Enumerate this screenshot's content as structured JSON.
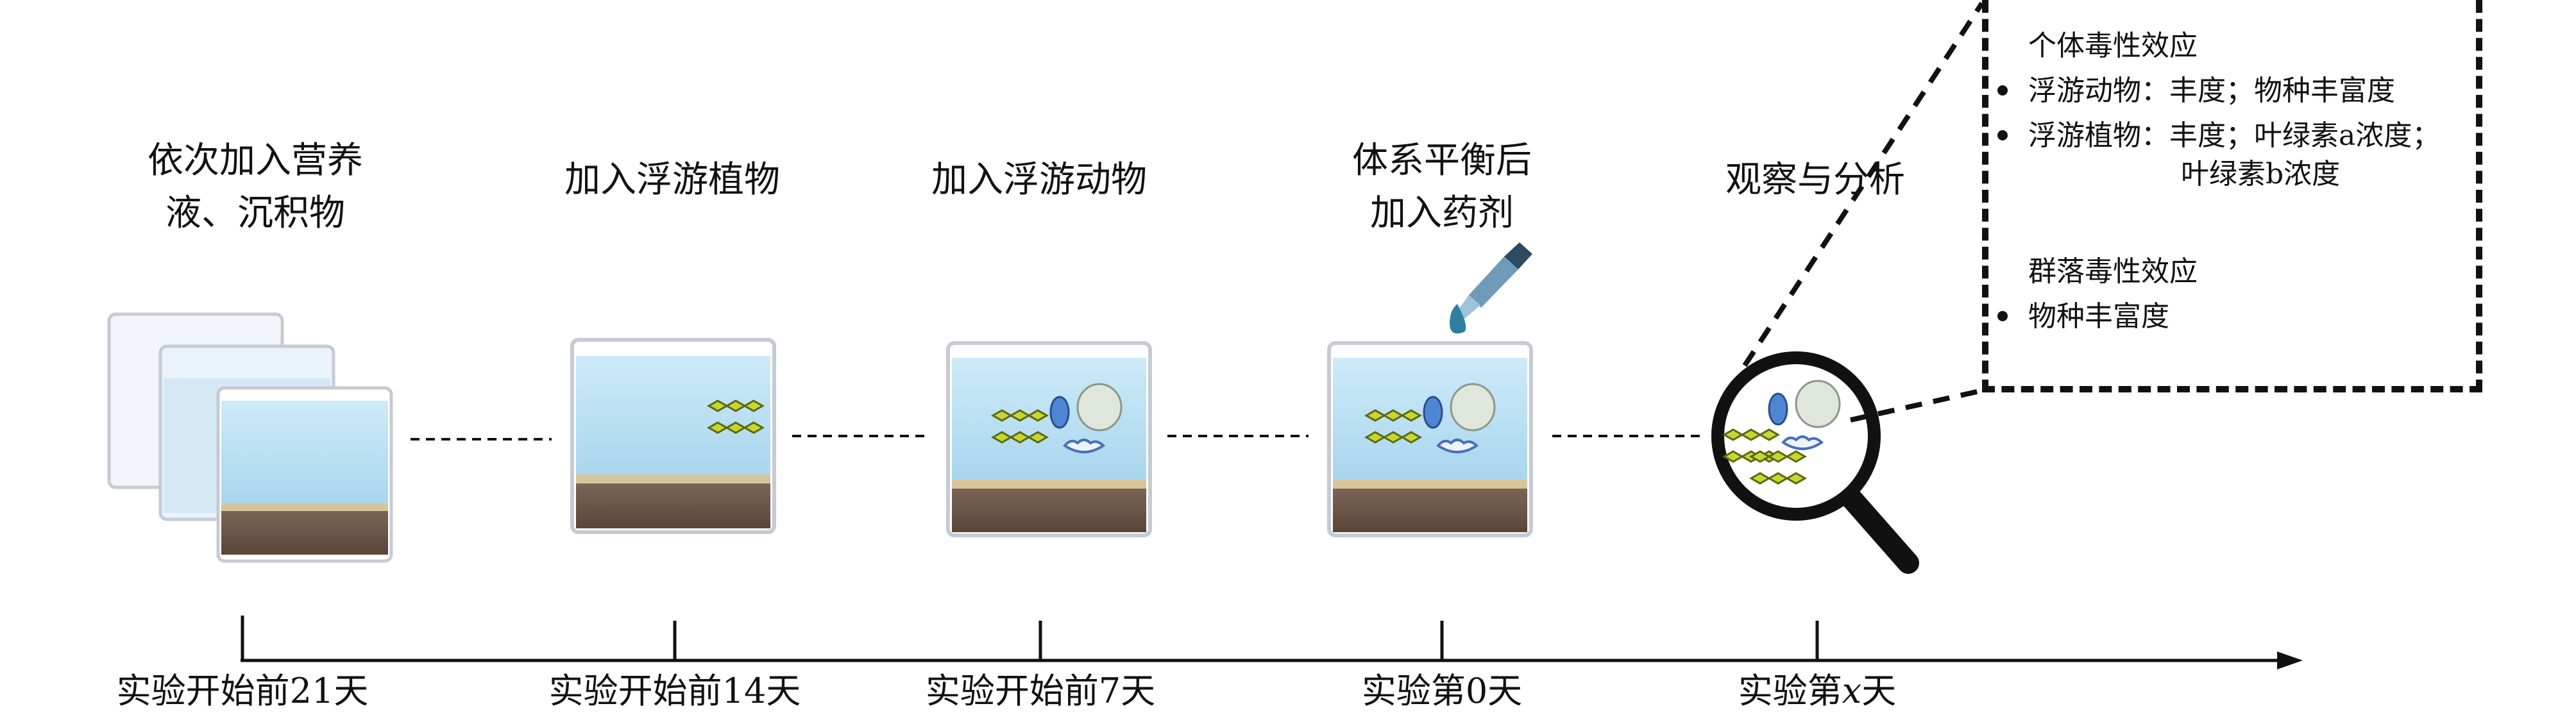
{
  "steps": [
    {
      "title": [
        "依次加入营养",
        "液、沉积物"
      ]
    },
    {
      "title": [
        "加入浮游植物"
      ]
    },
    {
      "title": [
        "加入浮游动物"
      ]
    },
    {
      "title": [
        "体系平衡后",
        "加入药剂"
      ]
    },
    {
      "title": [
        "观察与分析"
      ]
    }
  ],
  "timeline": {
    "labels": [
      "实验开始前21天",
      "实验开始前14天",
      "实验开始前7天",
      "实验第0天"
    ],
    "last_label_prefix": "实验第",
    "last_label_var": "x",
    "last_label_suffix": "天"
  },
  "effects_box": {
    "individual_heading": "个体毒性效应",
    "zooplankton_item": "浮游动物：丰度；物种丰富度",
    "phytoplankton_item": "浮游植物：丰度；叶绿素a浓度；",
    "phytoplankton_cont": "叶绿素b浓度",
    "community_heading": "群落毒性效应",
    "community_item": "物种丰富度"
  },
  "colors": {
    "water": "#b9dff2",
    "water_top": "#cfe9f6",
    "sand": "#d8c49a",
    "sediment": "#6e5a4c",
    "glass": "#c9ccd3",
    "algae": "#c9d631",
    "zooplankton": "#5a8fd6",
    "line": "#111111"
  },
  "icons": [
    "beaker-icon",
    "algae-icon",
    "zooplankton-icon",
    "dropper-icon",
    "magnifier-icon"
  ]
}
